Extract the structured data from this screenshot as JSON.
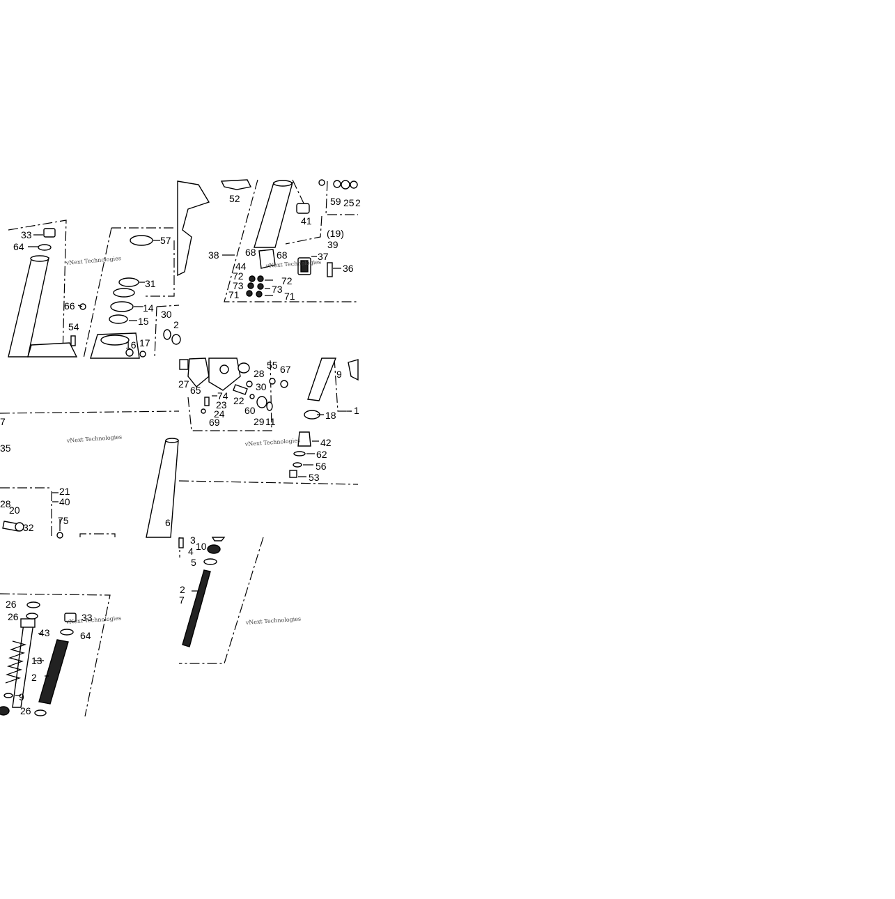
{
  "watermark": "vNext Technologies",
  "tiles": [
    {
      "id": "top-left",
      "labels": [
        "33",
        "64",
        "66",
        "54",
        "57",
        "31",
        "14",
        "15",
        "16",
        "17",
        "30",
        "2"
      ]
    },
    {
      "id": "top-right",
      "labels": [
        "52",
        "59",
        "25",
        "2",
        "41",
        "(19)",
        "39",
        "38",
        "68",
        "68",
        "37",
        "36",
        "44",
        "72",
        "72",
        "73",
        "73",
        "71",
        "71"
      ]
    },
    {
      "id": "middle-left",
      "labels": [
        "7",
        "35",
        "21",
        "40",
        "28",
        "20",
        "32",
        "75",
        "6"
      ]
    },
    {
      "id": "middle-right",
      "labels": [
        "27",
        "65",
        "28",
        "55",
        "67",
        "30",
        "22",
        "60",
        "29",
        "11",
        "74",
        "23",
        "24",
        "69",
        "9",
        "18",
        "1",
        "42",
        "62",
        "56",
        "53"
      ]
    },
    {
      "id": "bottom-left",
      "labels": [
        "26",
        "26",
        "43",
        "33",
        "64",
        "13",
        "2",
        "9",
        "26",
        "3",
        "4",
        "10",
        "5",
        "2",
        "7"
      ]
    }
  ]
}
